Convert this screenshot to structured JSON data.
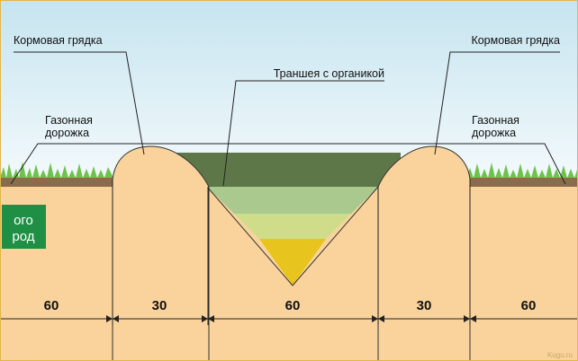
{
  "labels": {
    "bed_left": "Кормовая грядка",
    "bed_right": "Кормовая грядка",
    "trench": "Траншея с органикой",
    "path_left_1": "Газонная",
    "path_left_2": "дорожка",
    "path_right_1": "Газонная",
    "path_right_2": "дорожка"
  },
  "dimensions": [
    "60",
    "30",
    "60",
    "30",
    "60"
  ],
  "logo": "ОГОРОД",
  "watermark": "Kugu.ru",
  "colors": {
    "soil": "#f9d39b",
    "trench_top": "#5e7748",
    "layer_1": "#a9c98f",
    "layer_2": "#cfdc8a",
    "layer_3": "#e8c51e",
    "logo_bg": "#1f8f45"
  }
}
